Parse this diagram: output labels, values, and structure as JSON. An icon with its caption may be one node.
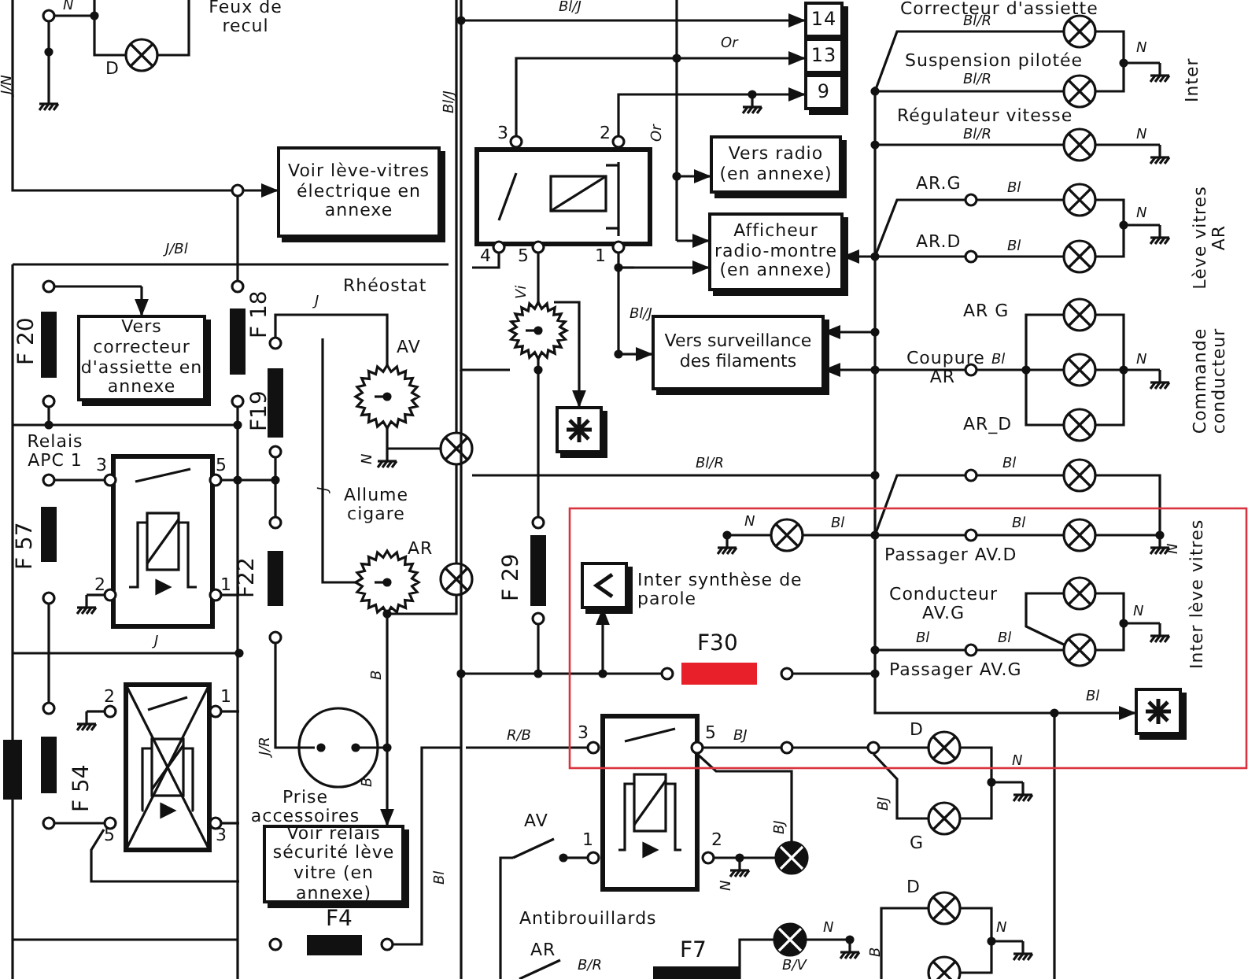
{
  "diagram": {
    "nodes": [
      {
        "text": [
          "Voir lève-vitres électrique en annexe"
        ]
      },
      {
        "text": [
          "Vers correcteur d'assiette en annexe"
        ]
      },
      {
        "text": [
          "14"
        ]
      },
      {
        "text": [
          "13"
        ]
      },
      {
        "text": [
          "9"
        ]
      },
      {
        "text": [
          "Vers radio (en annexe)"
        ]
      },
      {
        "text": [
          "Afficheur radio-montre (en annexe)"
        ]
      },
      {
        "text": [
          "Vers surveillance des filaments"
        ]
      },
      {
        "text": [],
        "shape": "box"
      },
      {
        "text": [],
        "shape": "box",
        "beside": [
          "Inter synthèse de parole"
        ]
      },
      {
        "text": [],
        "shape": "box"
      },
      {
        "text": [
          "Voir relais sécurité lève vitre (en annexe)"
        ]
      }
    ],
    "edges": [
      {
        "from": null,
        "to": 0,
        "arrow": "to"
      },
      {
        "from": null,
        "to": 1,
        "arrow": "to"
      },
      {
        "from": null,
        "to": 2,
        "arrow": "to"
      },
      {
        "from": null,
        "to": 3,
        "arrow": "to"
      },
      {
        "from": null,
        "to": 4,
        "arrow": "to"
      },
      {
        "from": null,
        "to": 5,
        "arrow": "to"
      },
      {
        "from": null,
        "to": 6,
        "arrow": "to"
      },
      {
        "from": null,
        "to": 6,
        "arrow": "to"
      },
      {
        "from": null,
        "to": 6,
        "arrow": "to"
      },
      {
        "from": null,
        "to": 7,
        "arrow": "to"
      },
      {
        "from": null,
        "to": 7,
        "arrow": "to"
      },
      {
        "from": null,
        "to": 7,
        "arrow": "to"
      },
      {
        "from": null,
        "to": 8,
        "arrow": "to"
      },
      {
        "from": null,
        "to": 9,
        "arrow": "to"
      },
      {
        "from": null,
        "to": 10,
        "arrow": "to"
      },
      {
        "from": null,
        "to": 11,
        "arrow": "to"
      }
    ],
    "labels": [
      "J/N",
      "N",
      "Feux de recul",
      "D",
      "Bl/J",
      "Correcteur d'assiette",
      "Bl/R",
      "Or",
      "Suspension pilotée",
      "N",
      "Bl/R",
      "Inter",
      "Bl/J",
      "Régulateur vitesse",
      "Bl/R",
      "N",
      "3",
      "2",
      "Or",
      "AR.G",
      "Bl",
      "N",
      "Lève vitres AR",
      "J/Bl",
      "4",
      "5",
      "1",
      "AR.D",
      "Bl",
      "Vi",
      "Rhéostat",
      "F 18",
      "J",
      "F 20",
      "Bl/J",
      "AR G",
      "AV",
      "Coupure AR",
      "Bl",
      "N",
      "Commande conducteur",
      "F19",
      "AR_D",
      "N",
      "Relais APC 1",
      "3",
      "5",
      "Bl/R",
      "Bl",
      "J",
      "Allume cigare",
      "N",
      "Bl",
      "Bl",
      "F 57",
      "F22",
      "AR",
      "F 29",
      "Passager AV.D",
      "N",
      "Inter lève vitres",
      "2",
      "1",
      "Conducteur AV.G",
      "N",
      "J",
      "F30",
      "Bl",
      "Bl",
      "Passager AV.G",
      "B",
      "2",
      "1",
      "Bl",
      "J/R",
      "R/B",
      "3",
      "5",
      "BJ",
      "D",
      "B",
      "Prise accessoires",
      "F 54",
      "BJ",
      "N",
      "5",
      "3",
      "BJ",
      "AV",
      "1",
      "2",
      "G",
      "Bl",
      "N",
      "D",
      "F4",
      "Antibrouillards",
      "N",
      "B",
      "N",
      "AR",
      "F7",
      "B/R",
      "B/V"
    ]
  }
}
